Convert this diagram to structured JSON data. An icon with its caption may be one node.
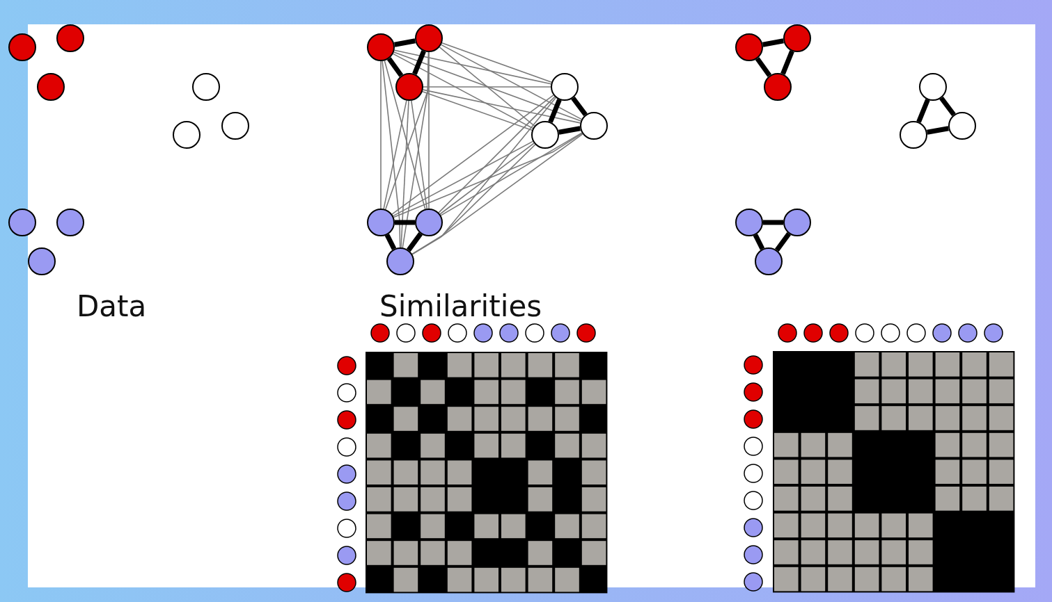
{
  "diagram": {
    "nodes": [
      {
        "text": [],
        "shape": "circle"
      },
      {
        "text": [],
        "shape": "circle"
      },
      {
        "text": [],
        "shape": "circle"
      },
      {
        "text": [],
        "shape": "circle"
      },
      {
        "text": [],
        "shape": "circle"
      },
      {
        "text": [],
        "shape": "circle"
      },
      {
        "text": [],
        "shape": "circle"
      },
      {
        "text": [],
        "shape": "circle"
      },
      {
        "text": [],
        "shape": "circle"
      },
      {
        "text": [],
        "shape": "circle"
      },
      {
        "text": [],
        "shape": "circle"
      },
      {
        "text": [],
        "shape": "circle"
      },
      {
        "text": [],
        "shape": "circle"
      },
      {
        "text": [],
        "shape": "circle"
      },
      {
        "text": [],
        "shape": "circle"
      },
      {
        "text": [],
        "shape": "circle"
      },
      {
        "text": [],
        "shape": "circle"
      },
      {
        "text": [],
        "shape": "circle"
      },
      {
        "text": [],
        "shape": "circle"
      },
      {
        "text": [],
        "shape": "circle"
      },
      {
        "text": [],
        "shape": "circle"
      },
      {
        "text": [],
        "shape": "circle"
      },
      {
        "text": [],
        "shape": "circle"
      },
      {
        "text": [],
        "shape": "circle"
      },
      {
        "text": [],
        "shape": "circle"
      },
      {
        "text": [],
        "shape": "circle"
      },
      {
        "text": [],
        "shape": "circle"
      }
    ],
    "edges": [
      {
        "from": 9,
        "to": 12,
        "arrow": "none"
      },
      {
        "from": 9,
        "to": 13,
        "arrow": "none"
      },
      {
        "from": 9,
        "to": 14,
        "arrow": "none"
      },
      {
        "from": 10,
        "to": 12,
        "arrow": "none"
      },
      {
        "from": 10,
        "to": 13,
        "arrow": "none"
      },
      {
        "from": 10,
        "to": 14,
        "arrow": "none"
      },
      {
        "from": 11,
        "to": 12,
        "arrow": "none"
      },
      {
        "from": 11,
        "to": 13,
        "arrow": "none"
      },
      {
        "from": 11,
        "to": 14,
        "arrow": "none"
      },
      {
        "from": 9,
        "to": 15,
        "arrow": "none"
      },
      {
        "from": 9,
        "to": 16,
        "arrow": "none"
      },
      {
        "from": 9,
        "to": 17,
        "arrow": "none"
      },
      {
        "from": 10,
        "to": 15,
        "arrow": "none"
      },
      {
        "from": 10,
        "to": 16,
        "arrow": "none"
      },
      {
        "from": 10,
        "to": 17,
        "arrow": "none"
      },
      {
        "from": 11,
        "to": 15,
        "arrow": "none"
      },
      {
        "from": 11,
        "to": 16,
        "arrow": "none"
      },
      {
        "from": 11,
        "to": 17,
        "arrow": "none"
      },
      {
        "from": 12,
        "to": 15,
        "arrow": "none"
      },
      {
        "from": 12,
        "to": 16,
        "arrow": "none"
      },
      {
        "from": 12,
        "to": 17,
        "arrow": "none"
      },
      {
        "from": 13,
        "to": 15,
        "arrow": "none"
      },
      {
        "from": 13,
        "to": 16,
        "arrow": "none"
      },
      {
        "from": 13,
        "to": 17,
        "arrow": "none"
      },
      {
        "from": 14,
        "to": 15,
        "arrow": "none"
      },
      {
        "from": 14,
        "to": 16,
        "arrow": "none"
      },
      {
        "from": 14,
        "to": 17,
        "arrow": "none"
      },
      {
        "from": 9,
        "to": 10,
        "arrow": "none",
        "style": "thick",
        "color": "#000000"
      },
      {
        "from": 9,
        "to": 11,
        "arrow": "none",
        "style": "thick",
        "color": "#000000"
      },
      {
        "from": 10,
        "to": 11,
        "arrow": "none",
        "style": "thick",
        "color": "#000000"
      },
      {
        "from": 12,
        "to": 13,
        "arrow": "none",
        "style": "thick",
        "color": "#000000"
      },
      {
        "from": 12,
        "to": 14,
        "arrow": "none",
        "style": "thick",
        "color": "#000000"
      },
      {
        "from": 13,
        "to": 14,
        "arrow": "none",
        "style": "thick",
        "color": "#000000"
      },
      {
        "from": 15,
        "to": 16,
        "arrow": "none",
        "style": "thick",
        "color": "#000000"
      },
      {
        "from": 15,
        "to": 17,
        "arrow": "none",
        "style": "thick",
        "color": "#000000"
      },
      {
        "from": 16,
        "to": 17,
        "arrow": "none",
        "style": "thick",
        "color": "#000000"
      },
      {
        "from": 18,
        "to": 19,
        "arrow": "none",
        "style": "thick",
        "color": "#000000"
      },
      {
        "from": 18,
        "to": 20,
        "arrow": "none",
        "style": "thick",
        "color": "#000000"
      },
      {
        "from": 19,
        "to": 20,
        "arrow": "none",
        "style": "thick",
        "color": "#000000"
      },
      {
        "from": 21,
        "to": 22,
        "arrow": "none",
        "style": "thick",
        "color": "#000000"
      },
      {
        "from": 21,
        "to": 23,
        "arrow": "none",
        "style": "thick",
        "color": "#000000"
      },
      {
        "from": 22,
        "to": 23,
        "arrow": "none",
        "style": "thick",
        "color": "#000000"
      },
      {
        "from": 24,
        "to": 25,
        "arrow": "none",
        "style": "thick",
        "color": "#000000"
      },
      {
        "from": 24,
        "to": 26,
        "arrow": "none",
        "style": "thick",
        "color": "#000000"
      },
      {
        "from": 25,
        "to": 26,
        "arrow": "none",
        "style": "thick",
        "color": "#000000"
      }
    ],
    "labels": [
      "Data",
      "Similarities"
    ]
  }
}
